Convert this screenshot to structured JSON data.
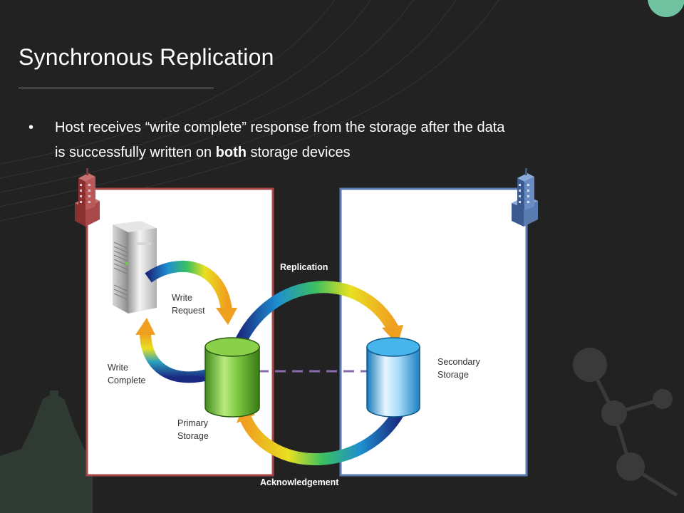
{
  "slide": {
    "title": "Synchronous Replication",
    "bullet_dot": "•",
    "bullet_text_1": "Host receives “write complete” response from the storage after the data is successfully written on ",
    "bullet_bold": "both",
    "bullet_text_2": " storage devices"
  },
  "diagram": {
    "labels": {
      "replication": "Replication",
      "write_request_1": "Write",
      "write_request_2": "Request",
      "write_complete_1": "Write",
      "write_complete_2": "Complete",
      "secondary_1": "Secondary",
      "secondary_2": "Storage",
      "primary_1": "Primary",
      "primary_2": "Storage",
      "acknowledgement": "Acknowledgement"
    },
    "colors": {
      "primary_site_border": "#a84848",
      "secondary_site_border": "#5a7bb0",
      "primary_storage": "#5aa22a",
      "secondary_storage": "#2aa0e0",
      "link_dashed": "#8a6aa8"
    },
    "icons": [
      "building-red-icon",
      "building-blue-icon",
      "server-icon",
      "cylinder-icon"
    ]
  }
}
